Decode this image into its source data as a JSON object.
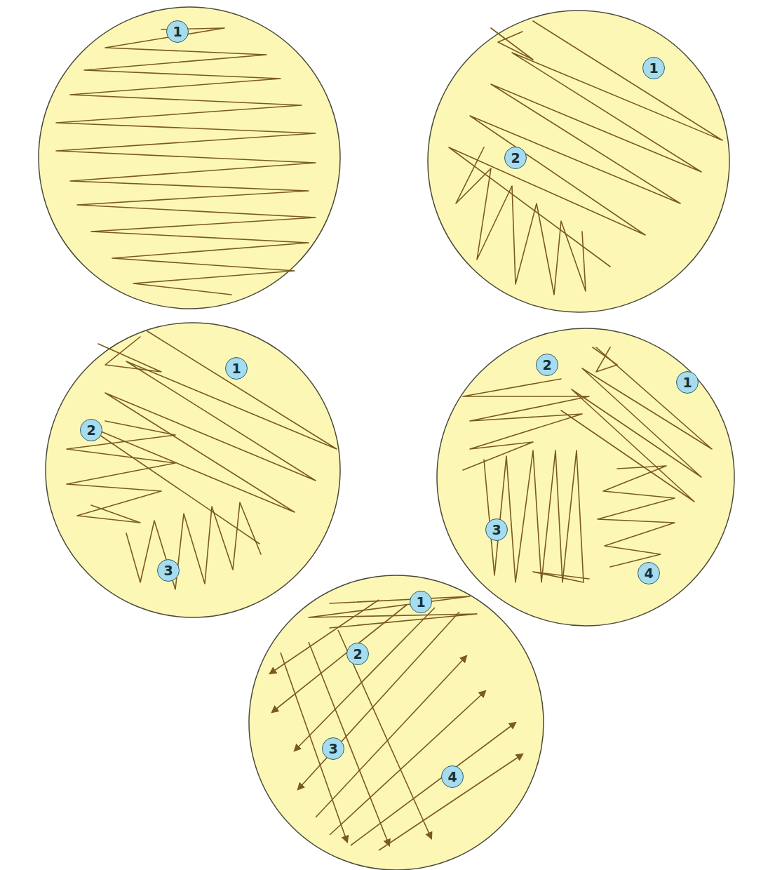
{
  "diagram": {
    "nodes": [
      {
        "text": [
          "1"
        ]
      },
      {
        "text": [
          "1"
        ]
      },
      {
        "text": [
          "2"
        ]
      },
      {
        "text": [
          "1"
        ]
      },
      {
        "text": [
          "2"
        ]
      },
      {
        "text": [
          "3"
        ]
      },
      {
        "text": [
          "2"
        ]
      },
      {
        "text": [
          "1"
        ]
      },
      {
        "text": [
          "3"
        ]
      },
      {
        "text": [
          "4"
        ]
      },
      {
        "text": [
          "1"
        ]
      },
      {
        "text": [
          "2"
        ]
      },
      {
        "text": [
          "3"
        ]
      },
      {
        "text": [
          "4"
        ]
      }
    ]
  }
}
